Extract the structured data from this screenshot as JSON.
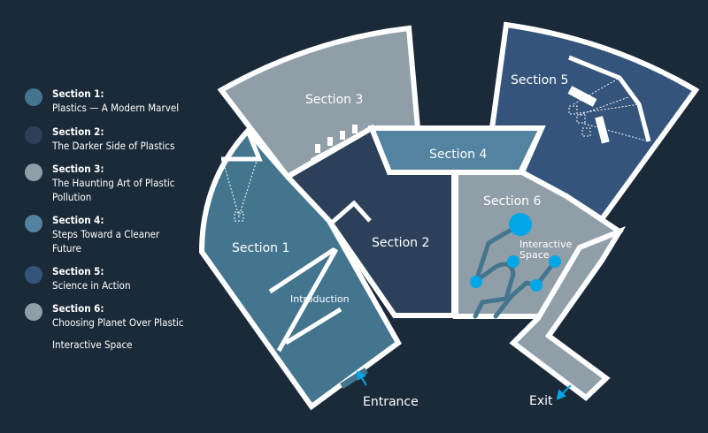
{
  "legend": [
    {
      "title": "Section 1:",
      "subtitle": "Plastics — A Modern Marvel",
      "color": "#44758f"
    },
    {
      "title": "Section 2:",
      "subtitle": "The Darker Side of Plastics",
      "color": "#2c4159"
    },
    {
      "title": "Section 3:",
      "subtitle": "The Haunting Art of Plastic Pollution",
      "color": "#909ea8"
    },
    {
      "title": "Section 4:",
      "subtitle": "Steps Toward a Cleaner Future",
      "color": "#5383a0"
    },
    {
      "title": "Section 5:",
      "subtitle": "Science in Action",
      "color": "#34547b"
    },
    {
      "title": "Section 6:",
      "subtitle": "Choosing Planet Over Plastic",
      "color": "#909ea8"
    }
  ],
  "legend_interactive": "Interactive Space",
  "map": {
    "section1": "Section 1",
    "section2": "Section 2",
    "section3": "Section 3",
    "section4": "Section 4",
    "section5": "Section 5",
    "section6": "Section 6",
    "introduction": "Introduction",
    "interactive_line1": "Interactive",
    "interactive_line2": "Space",
    "entrance": "Entrance",
    "exit": "Exit"
  },
  "colors": {
    "background": "#1b2a38",
    "wall": "#ffffff",
    "interactive": "#00a6e6"
  }
}
